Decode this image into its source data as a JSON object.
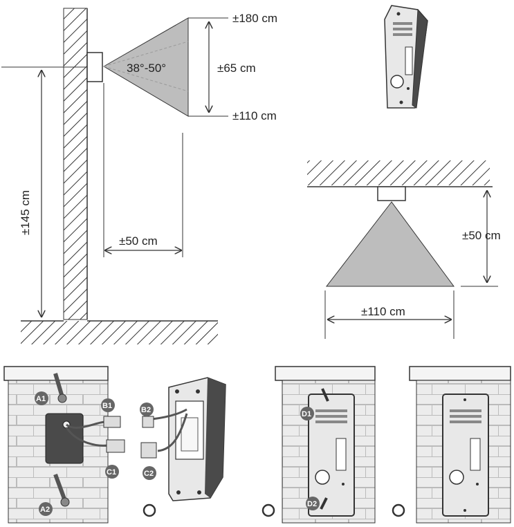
{
  "side_view": {
    "angle": "38°-50°",
    "top_height": "±180 cm",
    "spread": "±65 cm",
    "bottom_height": "±110 cm",
    "mount_height": "±145 cm",
    "distance": "±50 cm"
  },
  "ceiling_view": {
    "height": "±50 cm",
    "width": "±110 cm"
  },
  "steps": {
    "a1": "A1",
    "a2": "A2",
    "b1": "B1",
    "b2": "B2",
    "c1": "C1",
    "c2": "C2",
    "d1": "D1",
    "d2": "D2"
  },
  "colors": {
    "line": "#333333",
    "cone": "#b8b8b8",
    "device": "#d9d9d9",
    "dark": "#555555",
    "brick": "#e6e6e6"
  }
}
